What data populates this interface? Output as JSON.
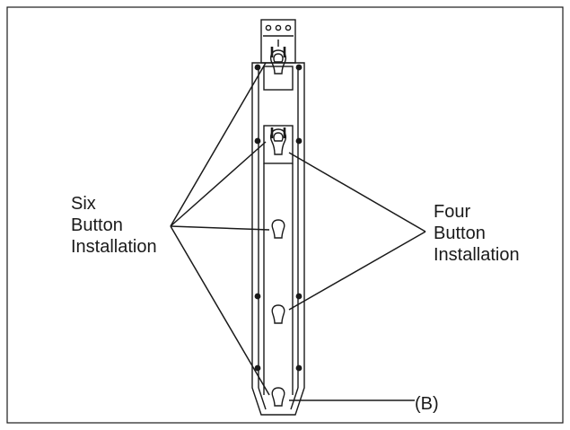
{
  "labels": {
    "six_button": [
      "Six",
      "Button",
      "Installation"
    ],
    "four_button": [
      "Four",
      "Button",
      "Installation"
    ],
    "callout_b": "(B)"
  },
  "colors": {
    "line": "#1a1a1a",
    "background": "#ffffff"
  }
}
